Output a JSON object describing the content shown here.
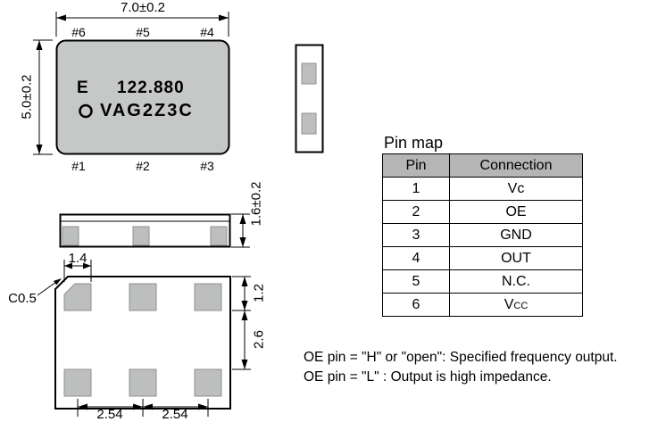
{
  "top_view": {
    "dim_width": "7.0±0.2",
    "dim_height": "5.0±0.2",
    "pins_top": [
      "#6",
      "#5",
      "#4"
    ],
    "pins_bottom": [
      "#1",
      "#2",
      "#3"
    ],
    "marking_line1_left": "E",
    "marking_line1_right": "122.880",
    "marking_line2": "VAG2Z3C"
  },
  "side_view": {
    "dim_thickness": "1.6±0.2"
  },
  "bottom_view": {
    "dim_pad_width": "1.4",
    "chamfer_label": "C0.5",
    "dim_edge_to_pad": "1.2",
    "dim_row_gap": "2.6",
    "dim_pitch_left": "2.54",
    "dim_pitch_right": "2.54"
  },
  "pin_map": {
    "title": "Pin map",
    "headers": {
      "pin": "Pin",
      "connection": "Connection"
    },
    "rows": [
      {
        "pin": "1",
        "conn": "Vc"
      },
      {
        "pin": "2",
        "conn": "OE"
      },
      {
        "pin": "3",
        "conn": "GND"
      },
      {
        "pin": "4",
        "conn": "OUT"
      },
      {
        "pin": "5",
        "conn": "N.C."
      },
      {
        "pin": "6",
        "conn": "V",
        "conn_sub": "CC"
      }
    ]
  },
  "notes": {
    "line1": "OE pin = \"H\" or \"open\": Specified frequency output.",
    "line2": "OE pin = \"L\" : Output is high impedance."
  },
  "colors": {
    "body_fill": "#c6c8c7",
    "pad_fill": "#bcbfbe",
    "table_header": "#b5b5b5",
    "line": "#000000"
  }
}
